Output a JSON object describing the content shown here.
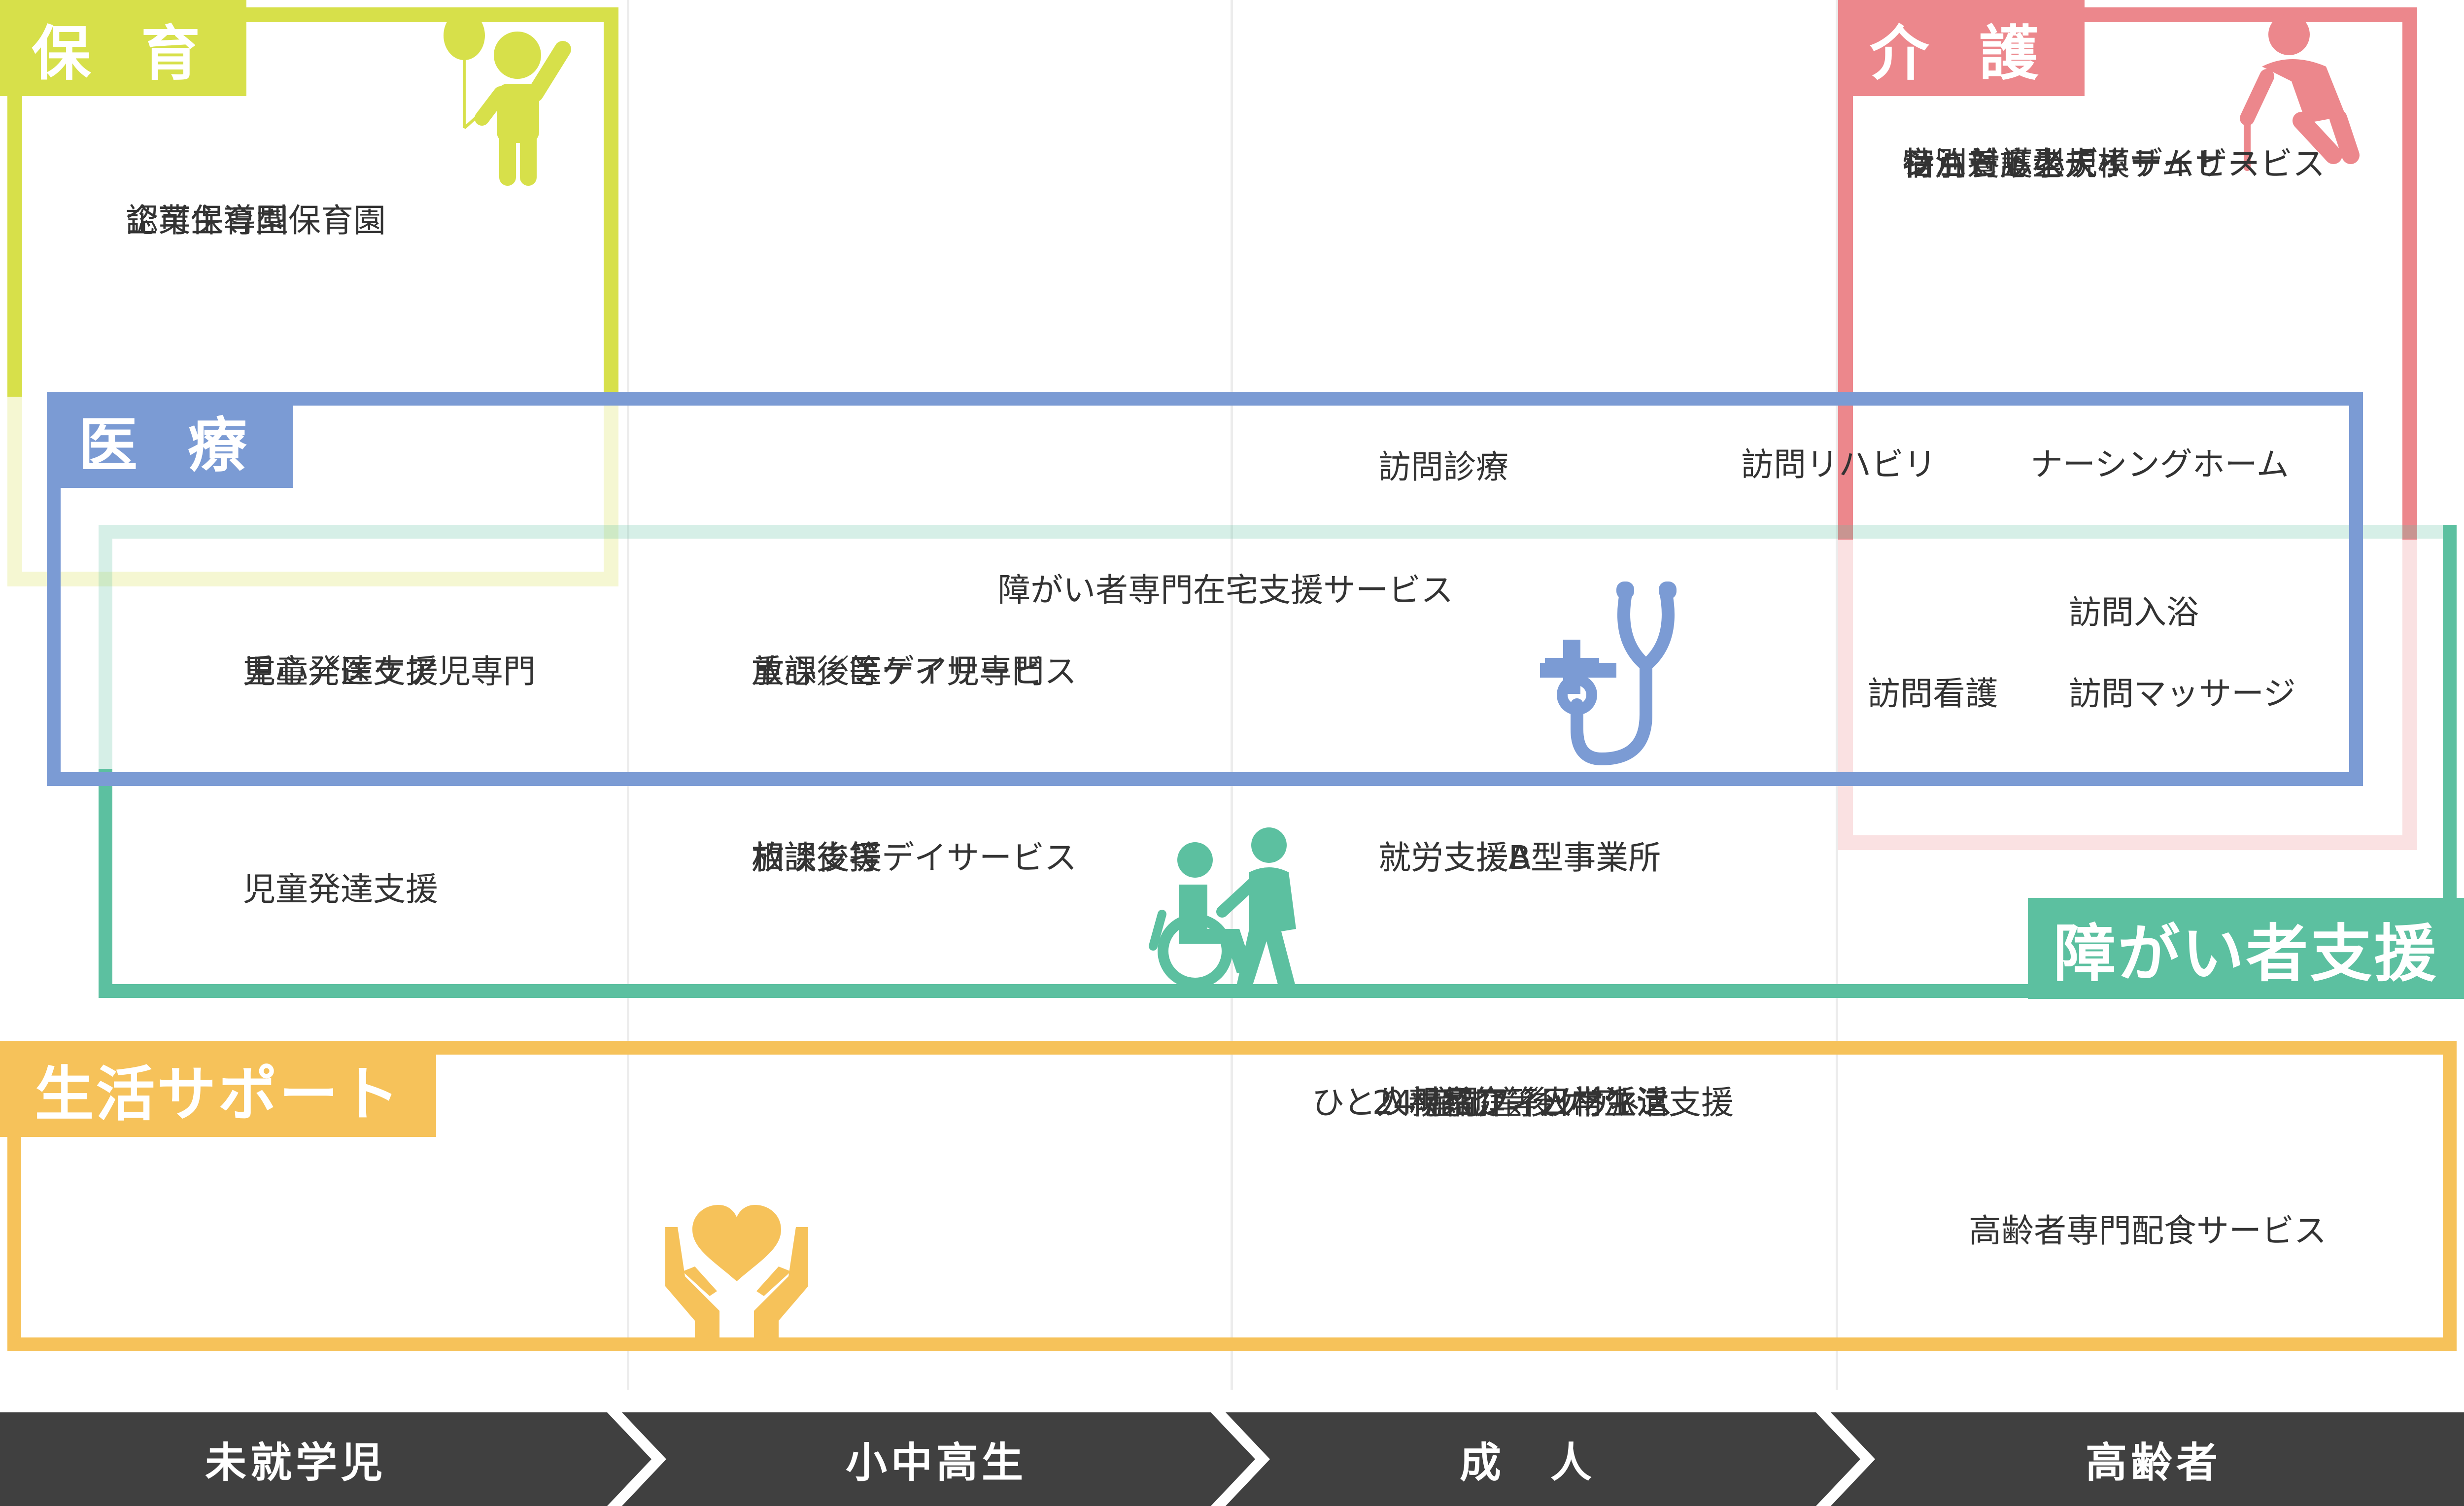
{
  "colors": {
    "hoiku": "#d7e04a",
    "kaigo": "#ec878c",
    "iryo": "#7b9bd4",
    "shogai": "#5cc0a0",
    "seikatsu": "#f6c25a",
    "stage_bar": "#404040"
  },
  "categories": {
    "hoiku": {
      "title": "保 育",
      "items": [
        "企業主導型保育園",
        "認可保育園"
      ],
      "icon": "child-balloon-icon"
    },
    "kaigo": {
      "title": "介 護",
      "items": [
        "リハビリ型デイサービス",
        "宿泊対応小規模デイサービス",
        "特別養護老人ホーム",
        "ショートステイ"
      ],
      "icon": "elderly-cane-icon"
    },
    "iryo": {
      "title": "医 療",
      "icon": "stethoscope-icon"
    },
    "shogai": {
      "title": "障がい者支援",
      "icon": "wheelchair-caregiver-icon"
    },
    "seikatsu": {
      "title": "生活サポート",
      "icon": "heart-hands-icon"
    }
  },
  "services": {
    "houmon_shinryo": "訪問診療",
    "houmon_rihabiri": "訪問リハビリ",
    "nursing_home": "ナーシングホーム",
    "zaitaku": "障がい者専門在宅支援サービス",
    "houmon_nyuyoku": "訪問入浴",
    "houmon_kango": "訪問看護",
    "houmon_massage": "訪問マッサージ",
    "juushin_jido": [
      "重心／医ケア児専門",
      "児童発達支援"
    ],
    "juushin_houkago": [
      "重心／医ケア児専門",
      "放課後等デイサービス"
    ],
    "jido_hattatsu": "児童発達支援",
    "soudan": [
      "相談支援",
      "放課後等デイサービス"
    ],
    "shuro": [
      "就労支援A型事業所",
      "就労支援B型事業所"
    ],
    "seikatsu_items": [
      "人材紹介／人材派遣",
      "産前産後ケア",
      "ひとり親家庭等日常生活支援",
      "24時間フィットネス"
    ],
    "haishoku": "高齢者専門配食サービス"
  },
  "stages": [
    "未就学児",
    "小中高生",
    "成　人",
    "高齢者"
  ]
}
